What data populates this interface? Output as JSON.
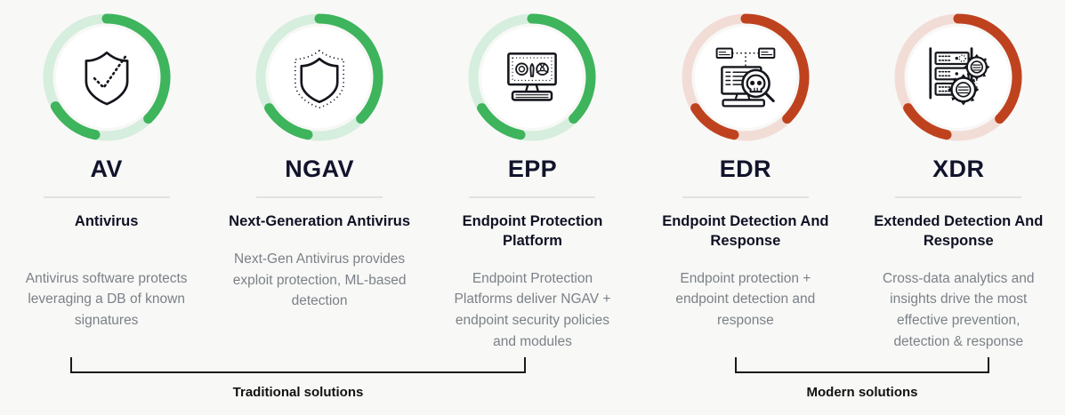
{
  "page": {
    "background_color": "#f8f8f7",
    "green_accent": "#3eb45c",
    "green_faded": "#d6eedd",
    "red_accent": "#bf421f",
    "red_faded": "#f2ddd6",
    "title_color": "#11142b",
    "body_color": "#7b8187"
  },
  "columns": [
    {
      "acronym": "AV",
      "full_name": "Antivirus",
      "description": "Antivirus software protects leveraging a DB of known signatures",
      "icon": "shield-check-icon",
      "ring_color": "#3eb45c",
      "ring_faded_color": "#d6eedd",
      "group": "traditional"
    },
    {
      "acronym": "NGAV",
      "full_name": "Next-Generation Antivirus",
      "description": "Next-Gen Antivirus provides exploit protection, ML-based detection",
      "icon": "shield-dotted-icon",
      "ring_color": "#3eb45c",
      "ring_faded_color": "#d6eedd",
      "group": "traditional"
    },
    {
      "acronym": "EPP",
      "full_name": "Endpoint Protection Platform",
      "description": "Endpoint Protection Platforms deliver NGAV + endpoint security policies and modules",
      "icon": "desktop-threats-icon",
      "ring_color": "#3eb45c",
      "ring_faded_color": "#d6eedd",
      "group": "traditional"
    },
    {
      "acronym": "EDR",
      "full_name": "Endpoint Detection And Response",
      "description": "Endpoint protection + endpoint detection and response",
      "icon": "desktop-magnifier-skull-icon",
      "ring_color": "#bf421f",
      "ring_faded_color": "#f2ddd6",
      "group": "modern"
    },
    {
      "acronym": "XDR",
      "full_name": "Extended Detection And Response",
      "description": "Cross-data analytics and insights drive the most effective prevention, detection & response",
      "icon": "server-racks-gears-icon",
      "ring_color": "#bf421f",
      "ring_faded_color": "#f2ddd6",
      "group": "modern"
    }
  ],
  "groups": [
    {
      "id": "traditional",
      "label": "Traditional solutions"
    },
    {
      "id": "modern",
      "label": "Modern solutions"
    }
  ]
}
